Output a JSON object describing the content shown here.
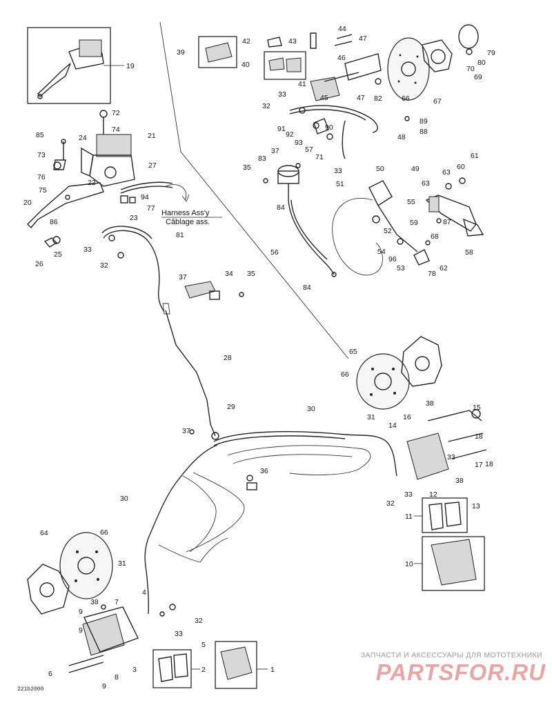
{
  "diagram": {
    "harness_label": [
      "Harness Ass'y",
      "Câblage ass."
    ],
    "drawing_code": "221b2000",
    "watermark": {
      "tagline": "ЗАПЧАСТИ И АКСЕССУАРЫ ДЛЯ МОТОТЕХНИКИ",
      "logo": "PARTSFOR.RU"
    },
    "callouts": [
      "1",
      "2",
      "3",
      "4",
      "5",
      "6",
      "7",
      "8",
      "9",
      "9",
      "9",
      "10",
      "11",
      "12",
      "13",
      "14",
      "15",
      "16",
      "17",
      "18",
      "18",
      "19",
      "20",
      "21",
      "22",
      "23",
      "24",
      "25",
      "26",
      "27",
      "28",
      "29",
      "30",
      "30",
      "31",
      "31",
      "32",
      "32",
      "32",
      "32",
      "33",
      "33",
      "33",
      "33",
      "33",
      "33",
      "34",
      "35",
      "35",
      "36",
      "37",
      "37",
      "37",
      "38",
      "38",
      "38",
      "39",
      "40",
      "41",
      "42",
      "43",
      "44",
      "45",
      "46",
      "47",
      "47",
      "48",
      "49",
      "50",
      "51",
      "52",
      "53",
      "54",
      "55",
      "56",
      "57",
      "58",
      "59",
      "60",
      "61",
      "62",
      "63",
      "63",
      "64",
      "65",
      "66",
      "66",
      "66",
      "67",
      "68",
      "69",
      "70",
      "71",
      "72",
      "73",
      "74",
      "75",
      "76",
      "77",
      "78",
      "79",
      "80",
      "81",
      "82",
      "83",
      "84",
      "84",
      "85",
      "86",
      "87",
      "88",
      "89",
      "90",
      "91",
      "92",
      "93",
      "94",
      "96"
    ]
  }
}
